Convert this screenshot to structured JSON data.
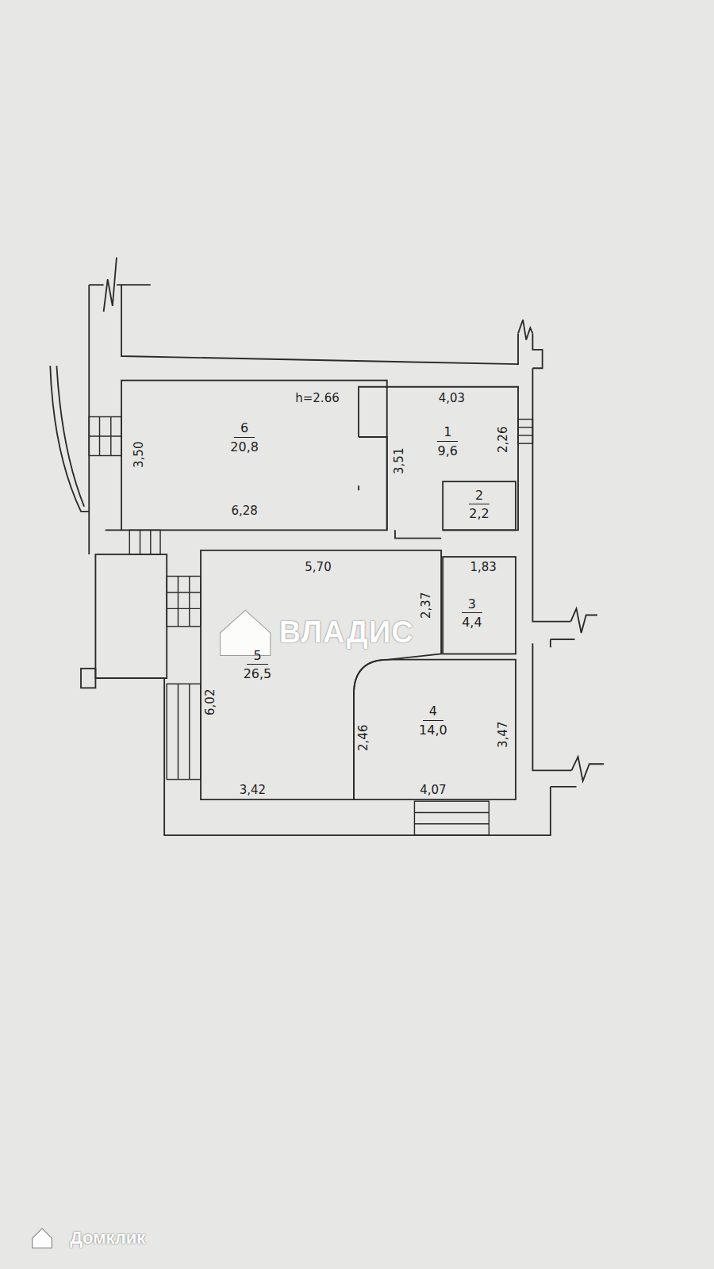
{
  "diagram": {
    "nodes": [
      {
        "text": [
          "6",
          "20,8"
        ]
      },
      {
        "text": [
          "1",
          "9,6"
        ]
      },
      {
        "text": [
          "2",
          "2,2"
        ]
      },
      {
        "text": [
          "5",
          "26,5"
        ]
      },
      {
        "text": [
          "3",
          "4,4"
        ]
      },
      {
        "text": [
          "4",
          "14,0"
        ]
      }
    ],
    "labels": [
      "h=2.66",
      "3,50",
      "6,28",
      "4,03",
      "3,51",
      "2,26",
      "5,70",
      "2,37",
      "1,83",
      "6,02",
      "2,46",
      "3,47",
      "3,42",
      "4,07",
      "ВЛАДИС",
      "Домклик"
    ]
  }
}
